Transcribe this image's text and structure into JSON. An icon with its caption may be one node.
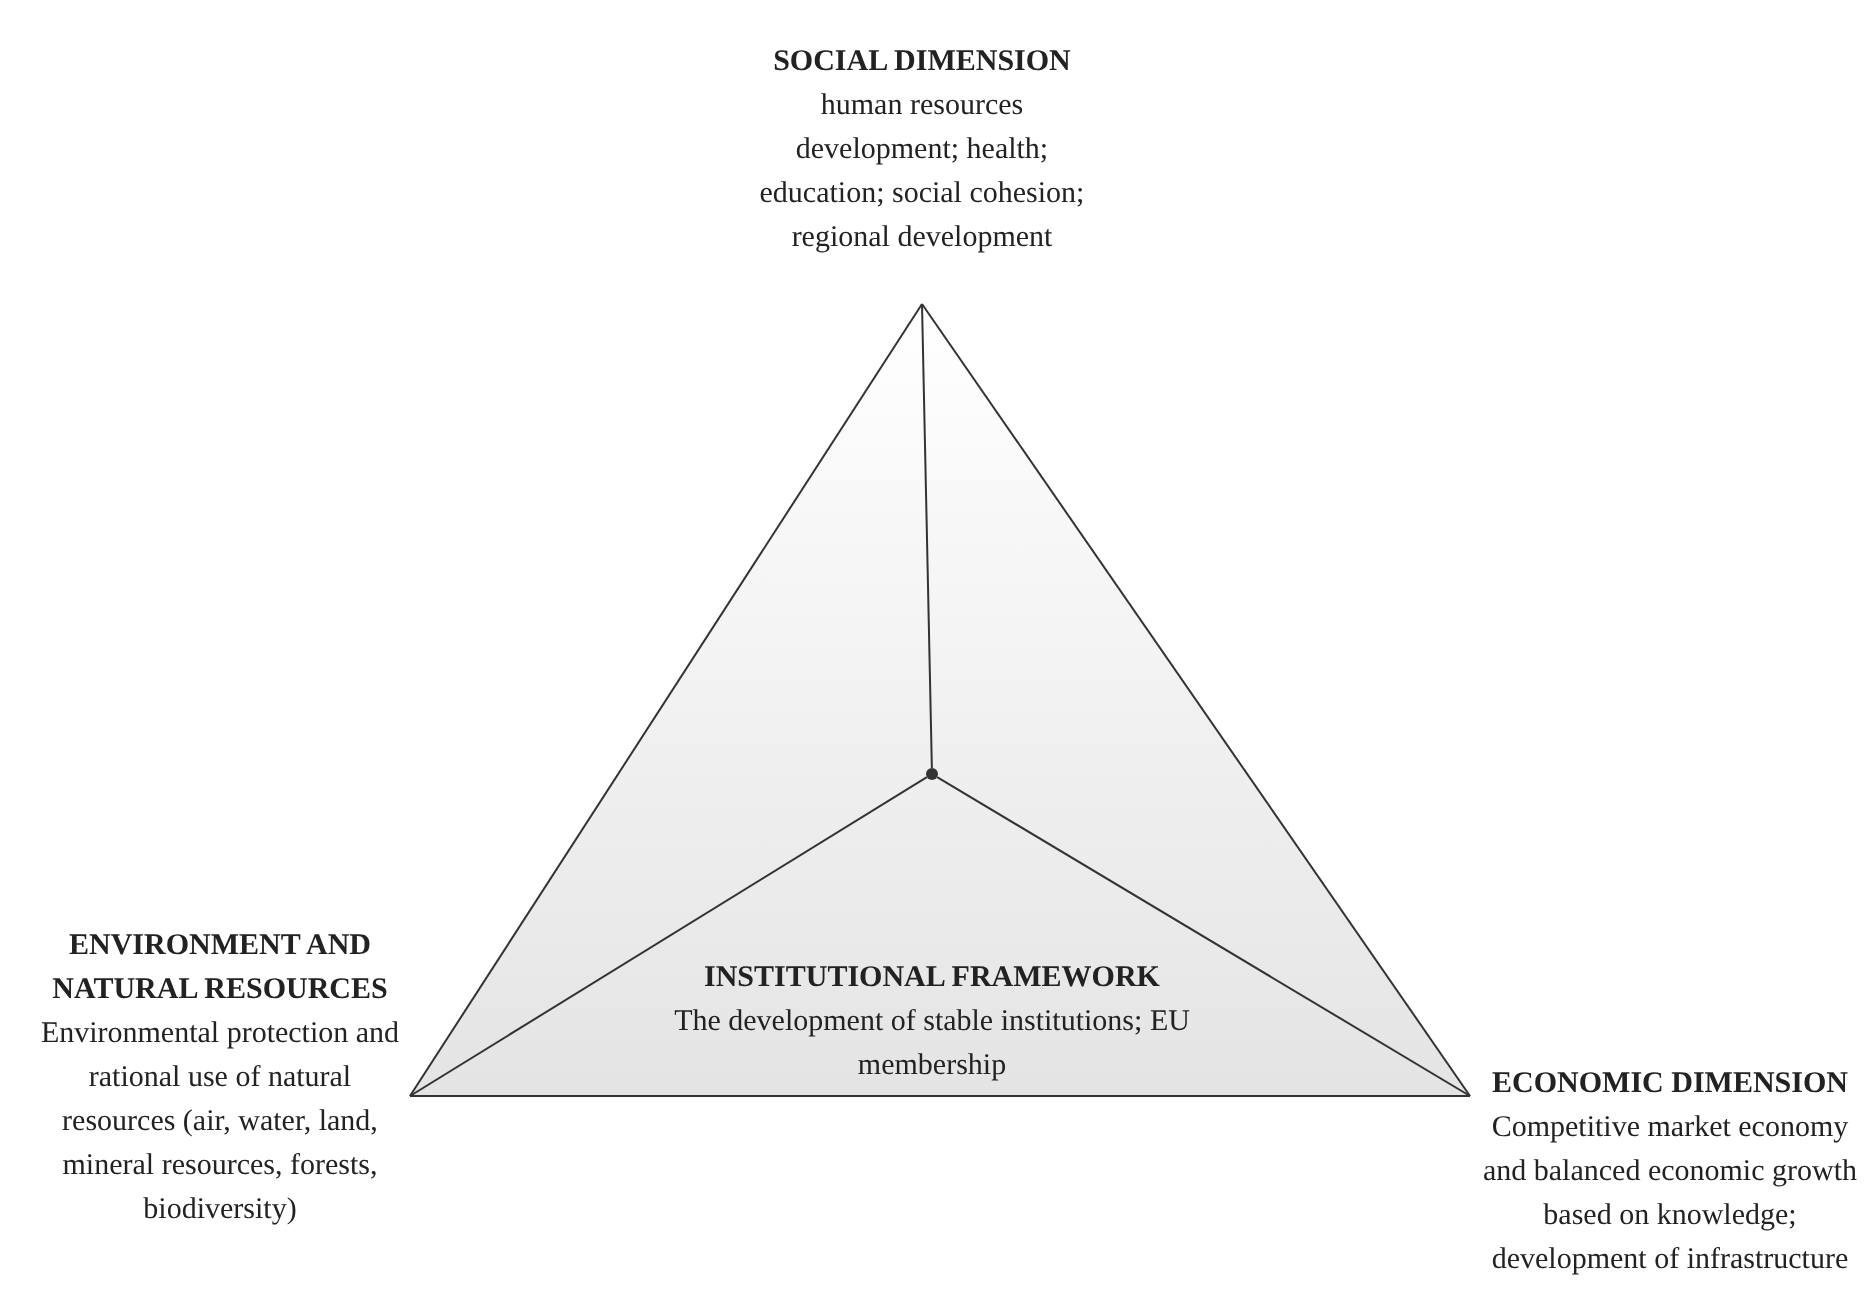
{
  "diagram": {
    "nodes": [
      {
        "text": [
          "SOCIAL DIMENSION",
          "human resources development; health; education; social cohesion; regional development"
        ]
      },
      {
        "text": [
          "ENVIRONMENT AND NATURAL RESOURCES",
          "Environmental protection and rational use of natural resources (air, water, land, mineral resources, forests, biodiversity)"
        ]
      },
      {
        "text": [
          "ECONOMIC DIMENSION",
          "Competitive market economy and balanced economic growth based on knowledge; development of infrastructure"
        ]
      },
      {
        "text": [
          "INSTITUTIONAL FRAMEWORK",
          "The development of stable institutions; EU membership"
        ]
      },
      {
        "text": [],
        "shape": "dot"
      }
    ],
    "edges": [
      {
        "from": 0,
        "to": 1,
        "arrow": "none"
      },
      {
        "from": 0,
        "to": 2,
        "arrow": "none"
      },
      {
        "from": 1,
        "to": 2,
        "arrow": "none"
      },
      {
        "from": 4,
        "to": 0,
        "arrow": "none"
      },
      {
        "from": 4,
        "to": 1,
        "arrow": "none"
      },
      {
        "from": 4,
        "to": 2,
        "arrow": "none"
      }
    ]
  }
}
